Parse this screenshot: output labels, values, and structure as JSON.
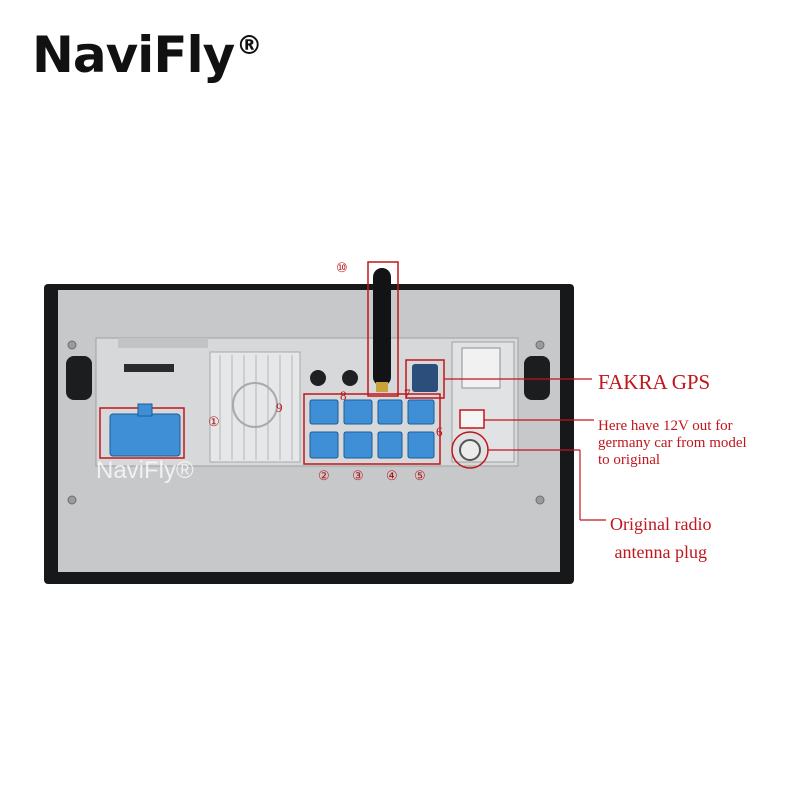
{
  "brand": {
    "name": "NaviFly",
    "registered_mark": "®",
    "watermark": "NaviFly®"
  },
  "annotations": {
    "fakra_gps": "FAKRA GPS",
    "twelve_v": [
      "Here have 12V out for",
      "germany car from model",
      "to original"
    ],
    "antenna": [
      "Original radio",
      "antenna plug"
    ]
  },
  "markers": [
    "①",
    "②",
    "③",
    "④",
    "⑤",
    "6",
    "7",
    "8",
    "9",
    "⑩"
  ],
  "colors": {
    "annotation_red": "#c0161c",
    "connector_blue": "#3f8fd6",
    "panel_gray": "#c7c8ca",
    "bezel_black": "#16181a"
  }
}
